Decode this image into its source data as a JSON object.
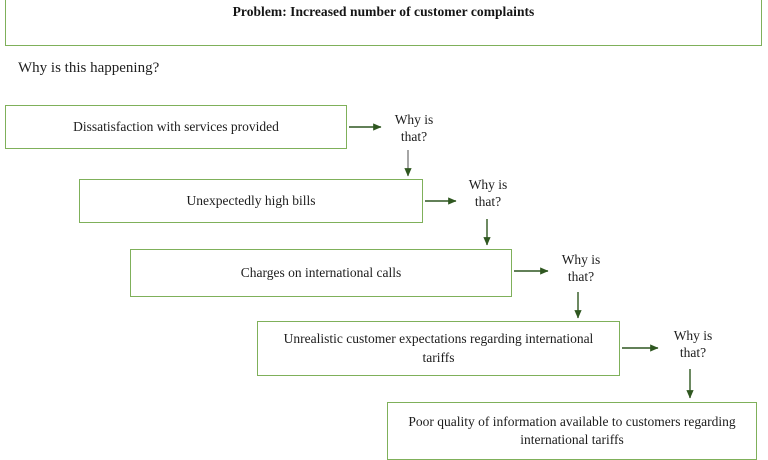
{
  "document": {
    "type": "five-whys-root-cause-diagram",
    "background_color": "#ffffff",
    "box_border_color": "#7fb05a",
    "arrow_color": "#2f5720",
    "text_color": "#1c1c1c"
  },
  "header": {
    "problem_title": "Problem: Increased number of customer complaints"
  },
  "intro": {
    "question": "Why is this happening?"
  },
  "causes": [
    {
      "id": "cause-1",
      "text": "Dissatisfaction with services provided"
    },
    {
      "id": "cause-2",
      "text": "Unexpectedly high bills"
    },
    {
      "id": "cause-3",
      "text": "Charges on international calls"
    },
    {
      "id": "cause-4",
      "text": "Unrealistic customer expectations regarding international tariffs"
    },
    {
      "id": "cause-5",
      "text": "Poor quality of information available to customers regarding international tariffs"
    }
  ],
  "why_labels": [
    {
      "id": "why-1",
      "line1": "Why is",
      "line2": "that?"
    },
    {
      "id": "why-2",
      "line1": "Why is",
      "line2": "that?"
    },
    {
      "id": "why-3",
      "line1": "Why is",
      "line2": "that?"
    },
    {
      "id": "why-4",
      "line1": "Why is",
      "line2": "that?"
    }
  ]
}
